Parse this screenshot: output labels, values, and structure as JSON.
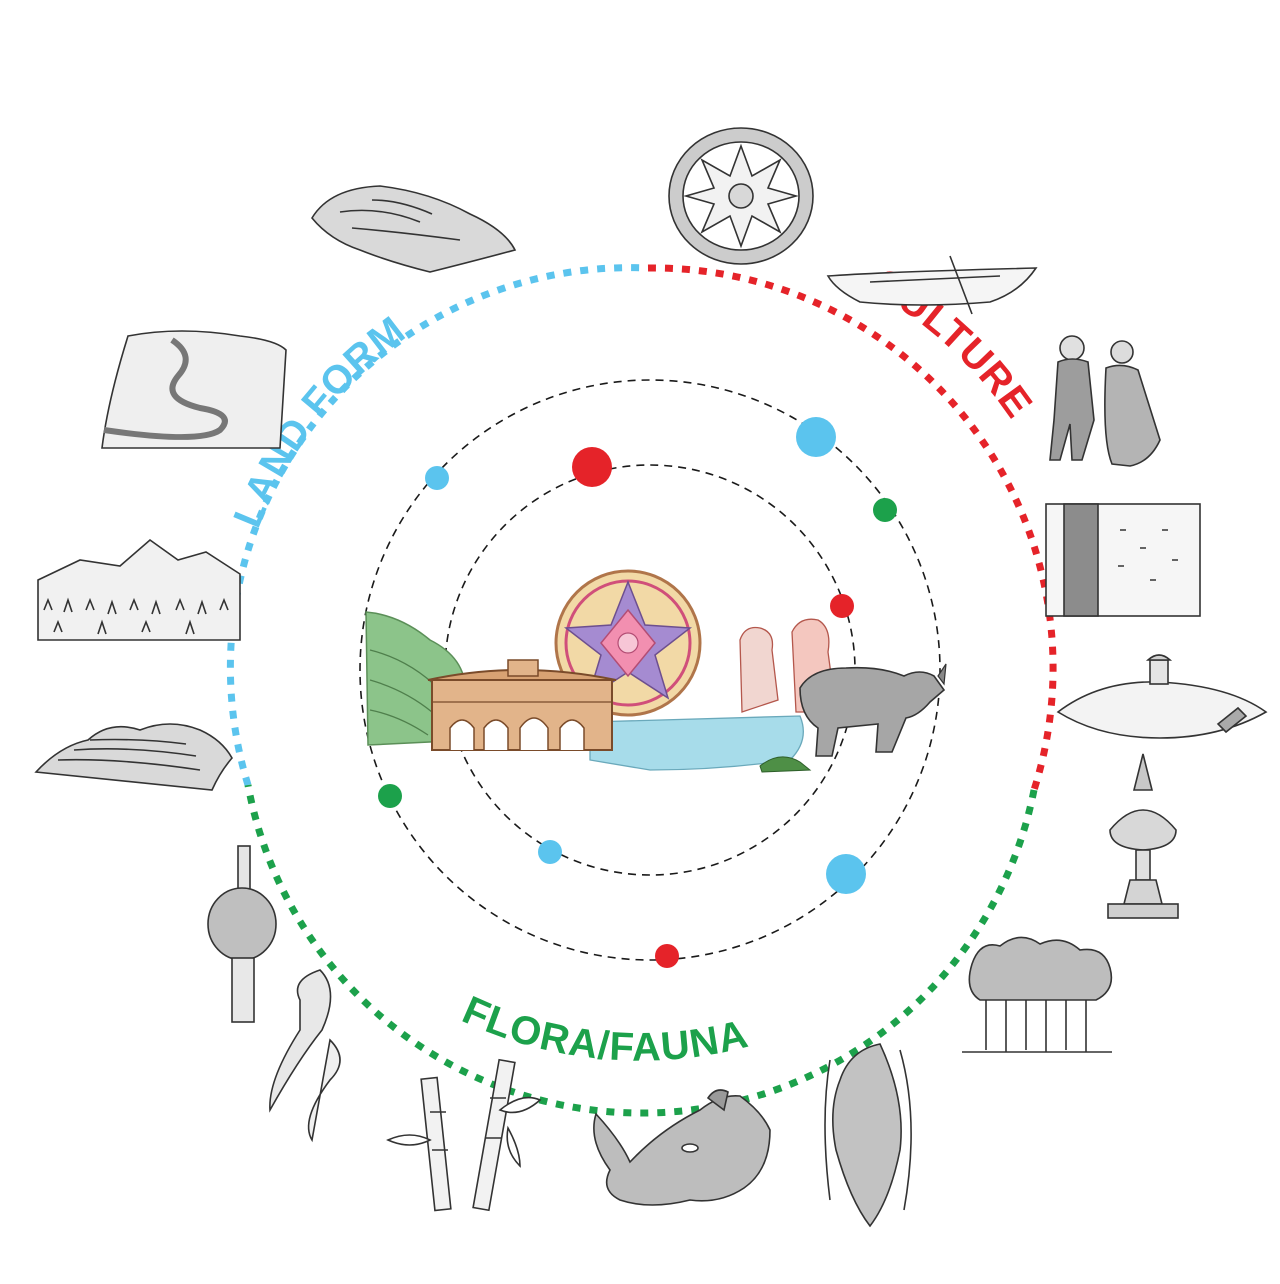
{
  "segments": {
    "land_form": {
      "label": "LAND FORM",
      "color": "#5bc4ee"
    },
    "culture": {
      "label": "CULTURE",
      "color": "#e52329"
    },
    "flora_fauna": {
      "label": "FLORA/FAUNA",
      "color": "#1ca14b"
    }
  },
  "orbit_color": "#1a1a1a",
  "sketch_stroke": "#333333",
  "sketch_fill": "#d9d9d9",
  "icons": {
    "wetland": "wetland-icon",
    "river": "river-icon",
    "mountain_field": "mountain-field-icon",
    "hills": "hills-icon",
    "japi_hat": "japi-hat-icon",
    "boat": "boat-icon",
    "bihu_dancers": "bihu-dancers-icon",
    "gamosa_textile": "gamosa-textile-icon",
    "hut": "hut-icon",
    "sorai": "sorai-icon",
    "forest": "forest-icon",
    "bamboo": "bamboo-icon",
    "rhino_head": "rhino-head-icon",
    "orchid": "orchid-icon",
    "butterfly": "butterfly-icon",
    "palm": "palm-icon",
    "central_scene": "central-scene-icon"
  }
}
